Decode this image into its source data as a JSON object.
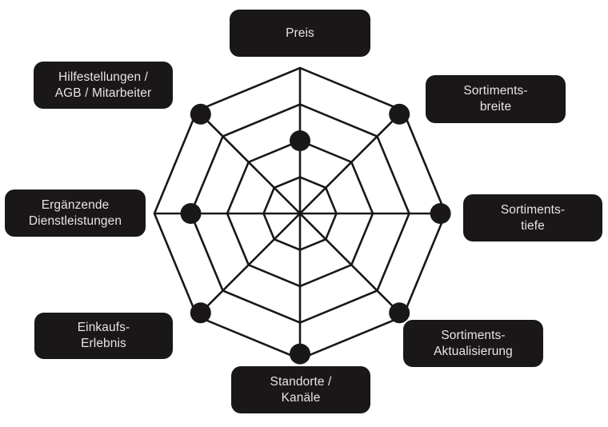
{
  "chart_data": {
    "type": "radar",
    "title": "",
    "levels": 4,
    "axes": [
      {
        "id": "preis",
        "label_lines": [
          "Preis"
        ],
        "value": 2
      },
      {
        "id": "sortimentsbreite",
        "label_lines": [
          "Sortiments-",
          "breite"
        ],
        "value": 4
      },
      {
        "id": "sortimentstiefe",
        "label_lines": [
          "Sortiments-",
          "tiefe"
        ],
        "value": 4
      },
      {
        "id": "sortimentsaktualisierung",
        "label_lines": [
          "Sortiments-",
          "Aktualisierung"
        ],
        "value": 4
      },
      {
        "id": "standorte-kanaele",
        "label_lines": [
          "Standorte /",
          "Kanäle"
        ],
        "value": 4
      },
      {
        "id": "einkaufserlebnis",
        "label_lines": [
          "Einkaufs-",
          "Erlebnis"
        ],
        "value": 4
      },
      {
        "id": "ergaenzende-dienstleistungen",
        "label_lines": [
          "Ergänzende",
          "Dienstleistungen"
        ],
        "value": 3
      },
      {
        "id": "hilfestellungen",
        "label_lines": [
          "Hilfestellungen /",
          "AGB / Mitarbeiter"
        ],
        "value": 4
      }
    ],
    "range": [
      0,
      4
    ],
    "grid": true,
    "colors": {
      "grid": "#1a1718",
      "marker": "#1a1718",
      "label_bg": "#1a1718",
      "label_text": "#e8e4e4"
    }
  }
}
